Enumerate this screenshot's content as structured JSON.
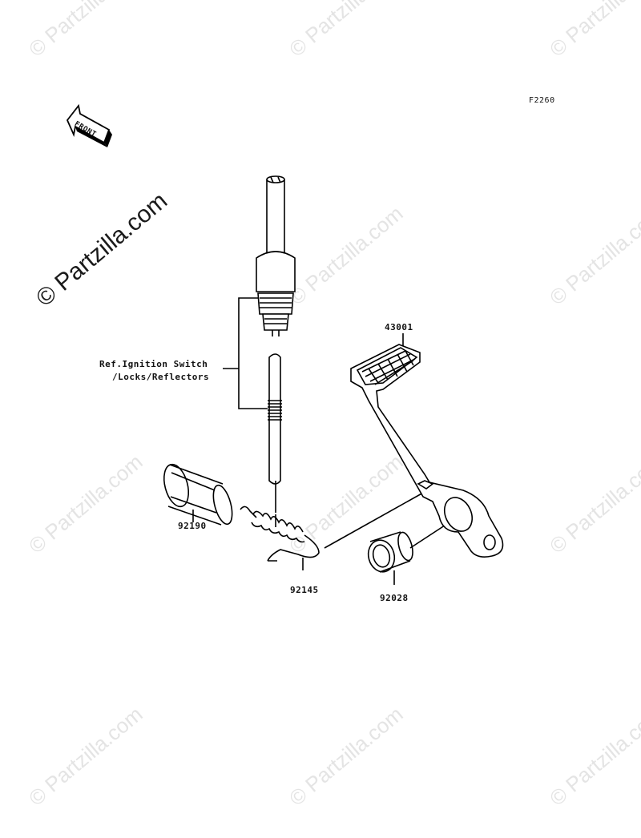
{
  "diagram_code": "F2260",
  "watermark": "© Partzilla.com",
  "front_label": "FRONT",
  "callouts": {
    "pedal": "43001",
    "sleeve": "92190",
    "spring": "92145",
    "bushing": "92028"
  },
  "reference_note": {
    "line1": "Ref.Ignition Switch",
    "line2": "/Locks/Reflectors"
  }
}
